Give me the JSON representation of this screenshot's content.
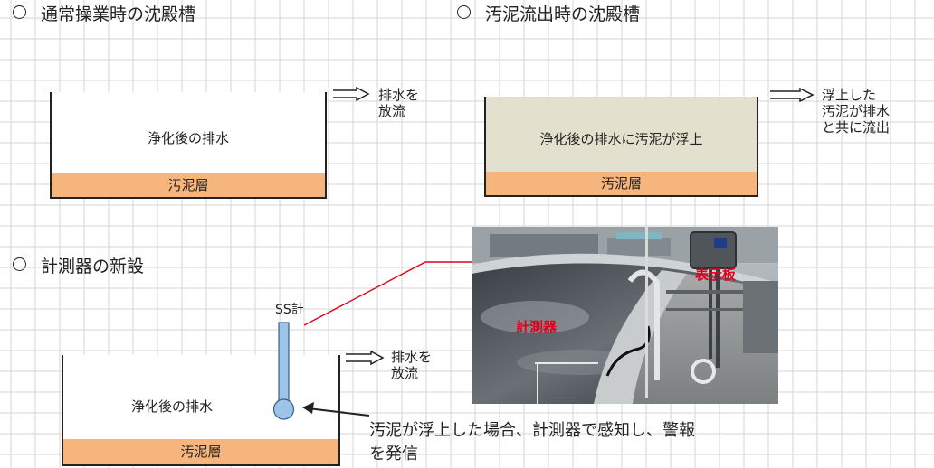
{
  "sections": {
    "normal_title": "通常操業時の沈殿槽",
    "outflow_title": "汚泥流出時の沈殿槽",
    "meter_title": "計測器の新設"
  },
  "tank_normal": {
    "water_label": "浄化後の排水",
    "sludge_label": "汚泥層",
    "outlet_line1": "排水を",
    "outlet_line2": "放流"
  },
  "tank_outflow": {
    "water_label": "浄化後の排水に汚泥が浮上",
    "sludge_label": "汚泥層",
    "outlet_line1": "浮上した",
    "outlet_line2": "汚泥が排水",
    "outlet_line3": "と共に流出"
  },
  "tank_meter": {
    "sensor_label": "SS計",
    "water_label": "浄化後の排水",
    "sludge_label": "汚泥層",
    "outlet_line1": "排水を",
    "outlet_line2": "放流"
  },
  "photo": {
    "meter_label": "計測器",
    "display_label": "表示板"
  },
  "alarm_note": {
    "line1": "汚泥が浮上した場合、計測器で感知し、警報",
    "line2": "を発信"
  },
  "colors": {
    "grid": "#d6d6d6",
    "sludge": "#f6b57c",
    "outflow_water": "#e3e1cd",
    "sensor": "#9cc3e8",
    "photo_label": "#e0001b",
    "leader_line": "#e0001b"
  }
}
